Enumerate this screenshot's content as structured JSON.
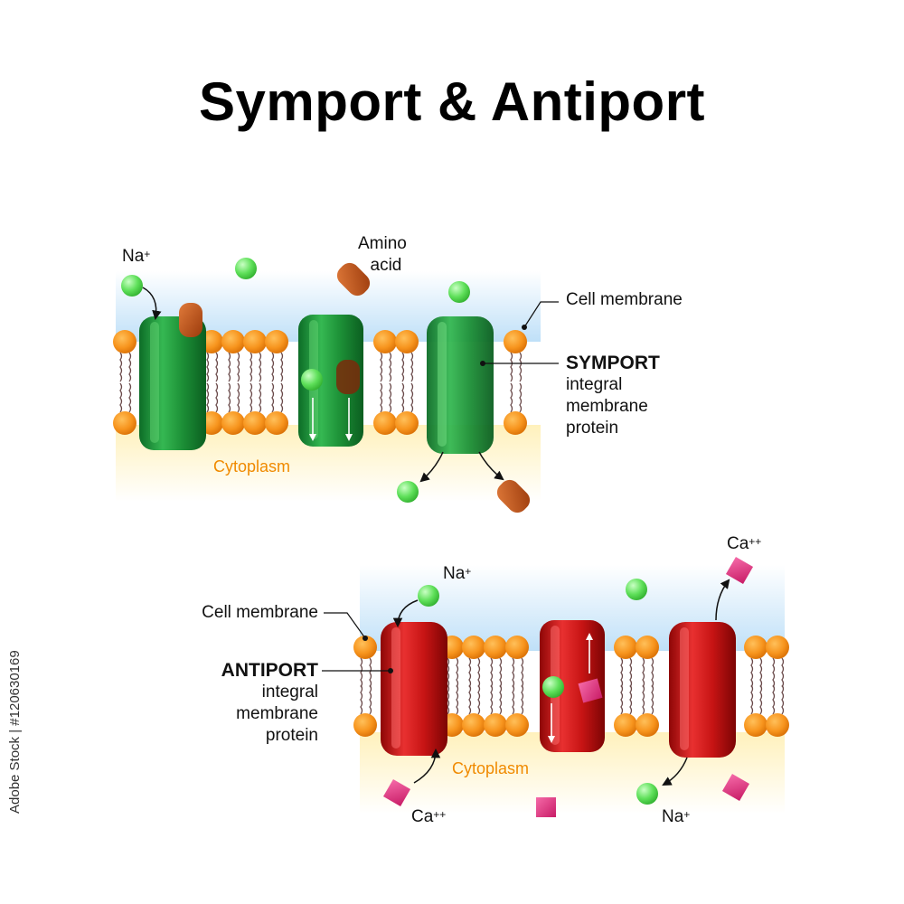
{
  "title": "Symport & Antiport",
  "symport": {
    "ion_label": "Na",
    "ion_charge": "+",
    "amino_line1": "Amino",
    "amino_line2": "acid",
    "membrane_label": "Cell membrane",
    "protein_name": "SYMPORT",
    "protein_line1": "integral",
    "protein_line2": "membrane",
    "protein_line3": "protein",
    "cytoplasm": "Cytoplasm"
  },
  "antiport": {
    "na_top": "Na",
    "na_top_charge": "+",
    "ca_top": "Ca",
    "ca_top_charge": "++",
    "membrane_label": "Cell membrane",
    "protein_name": "ANTIPORT",
    "protein_line1": "integral",
    "protein_line2": "membrane",
    "protein_line3": "protein",
    "cytoplasm": "Cytoplasm",
    "ca_bottom": "Ca",
    "ca_bottom_charge": "++",
    "na_bottom": "Na",
    "na_bottom_charge": "+"
  },
  "stock_id": "Adobe Stock | #120630169",
  "colors": {
    "extracellular": "#cfe7fb",
    "cytoplasm": "#fff4c6",
    "lipid_head": "#f7941d",
    "symport_protein": "#1e9a3c",
    "antiport_protein": "#d21a1a",
    "sodium": "#5fe05a",
    "amino_acid": "#c7561a",
    "calcium": "#e0307e"
  }
}
